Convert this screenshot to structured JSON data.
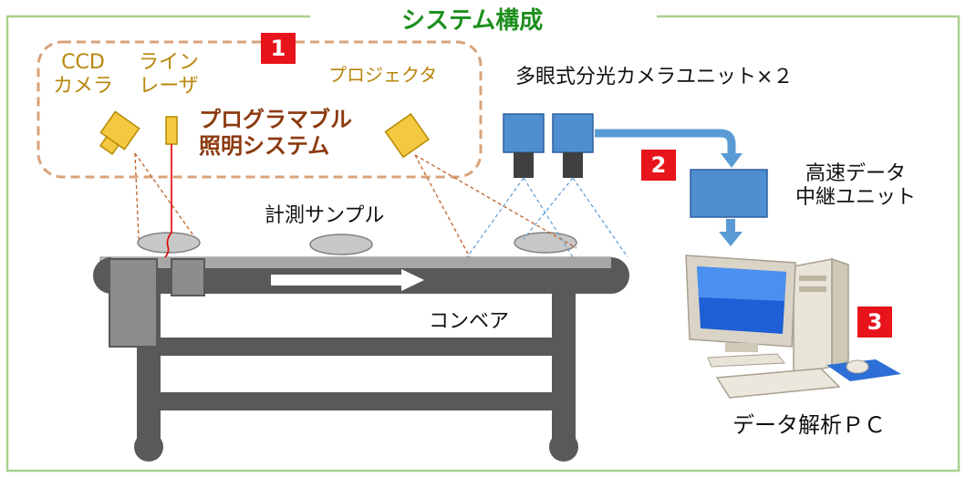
{
  "title": "システム構成",
  "labels": {
    "ccd_line1": "CCD",
    "ccd_line2": "カメラ",
    "laser_line1": "ライン",
    "laser_line2": "レーザ",
    "projector": "プロジェクタ",
    "programmable_line1": "プログラマブル",
    "programmable_line2": "照明システム",
    "multi_camera": "多眼式分光カメラユニット×２",
    "sample": "計測サンプル",
    "relay_line1": "高速データ",
    "relay_line2": "中継ユニット",
    "conveyor": "コンベア",
    "pc": "データ解析ＰＣ"
  },
  "badges": [
    "1",
    "2",
    "3"
  ],
  "colors": {
    "frame": "#a9d08e",
    "title": "#1e8f1e",
    "dashed_box": "#d9a37a",
    "label_gold": "#b8860b",
    "label_brown": "#8b3a0e",
    "badge": "#e8141b",
    "camera_blue": "#4f8fd0",
    "device_yellow": "#f5c842",
    "conveyor_dark": "#595959",
    "laser_line": "#e00000"
  },
  "icons": [
    "ccd-camera-icon",
    "line-laser-icon",
    "projector-icon",
    "spectral-camera-icon",
    "relay-unit-icon",
    "pc-icon",
    "arrow-icon"
  ]
}
